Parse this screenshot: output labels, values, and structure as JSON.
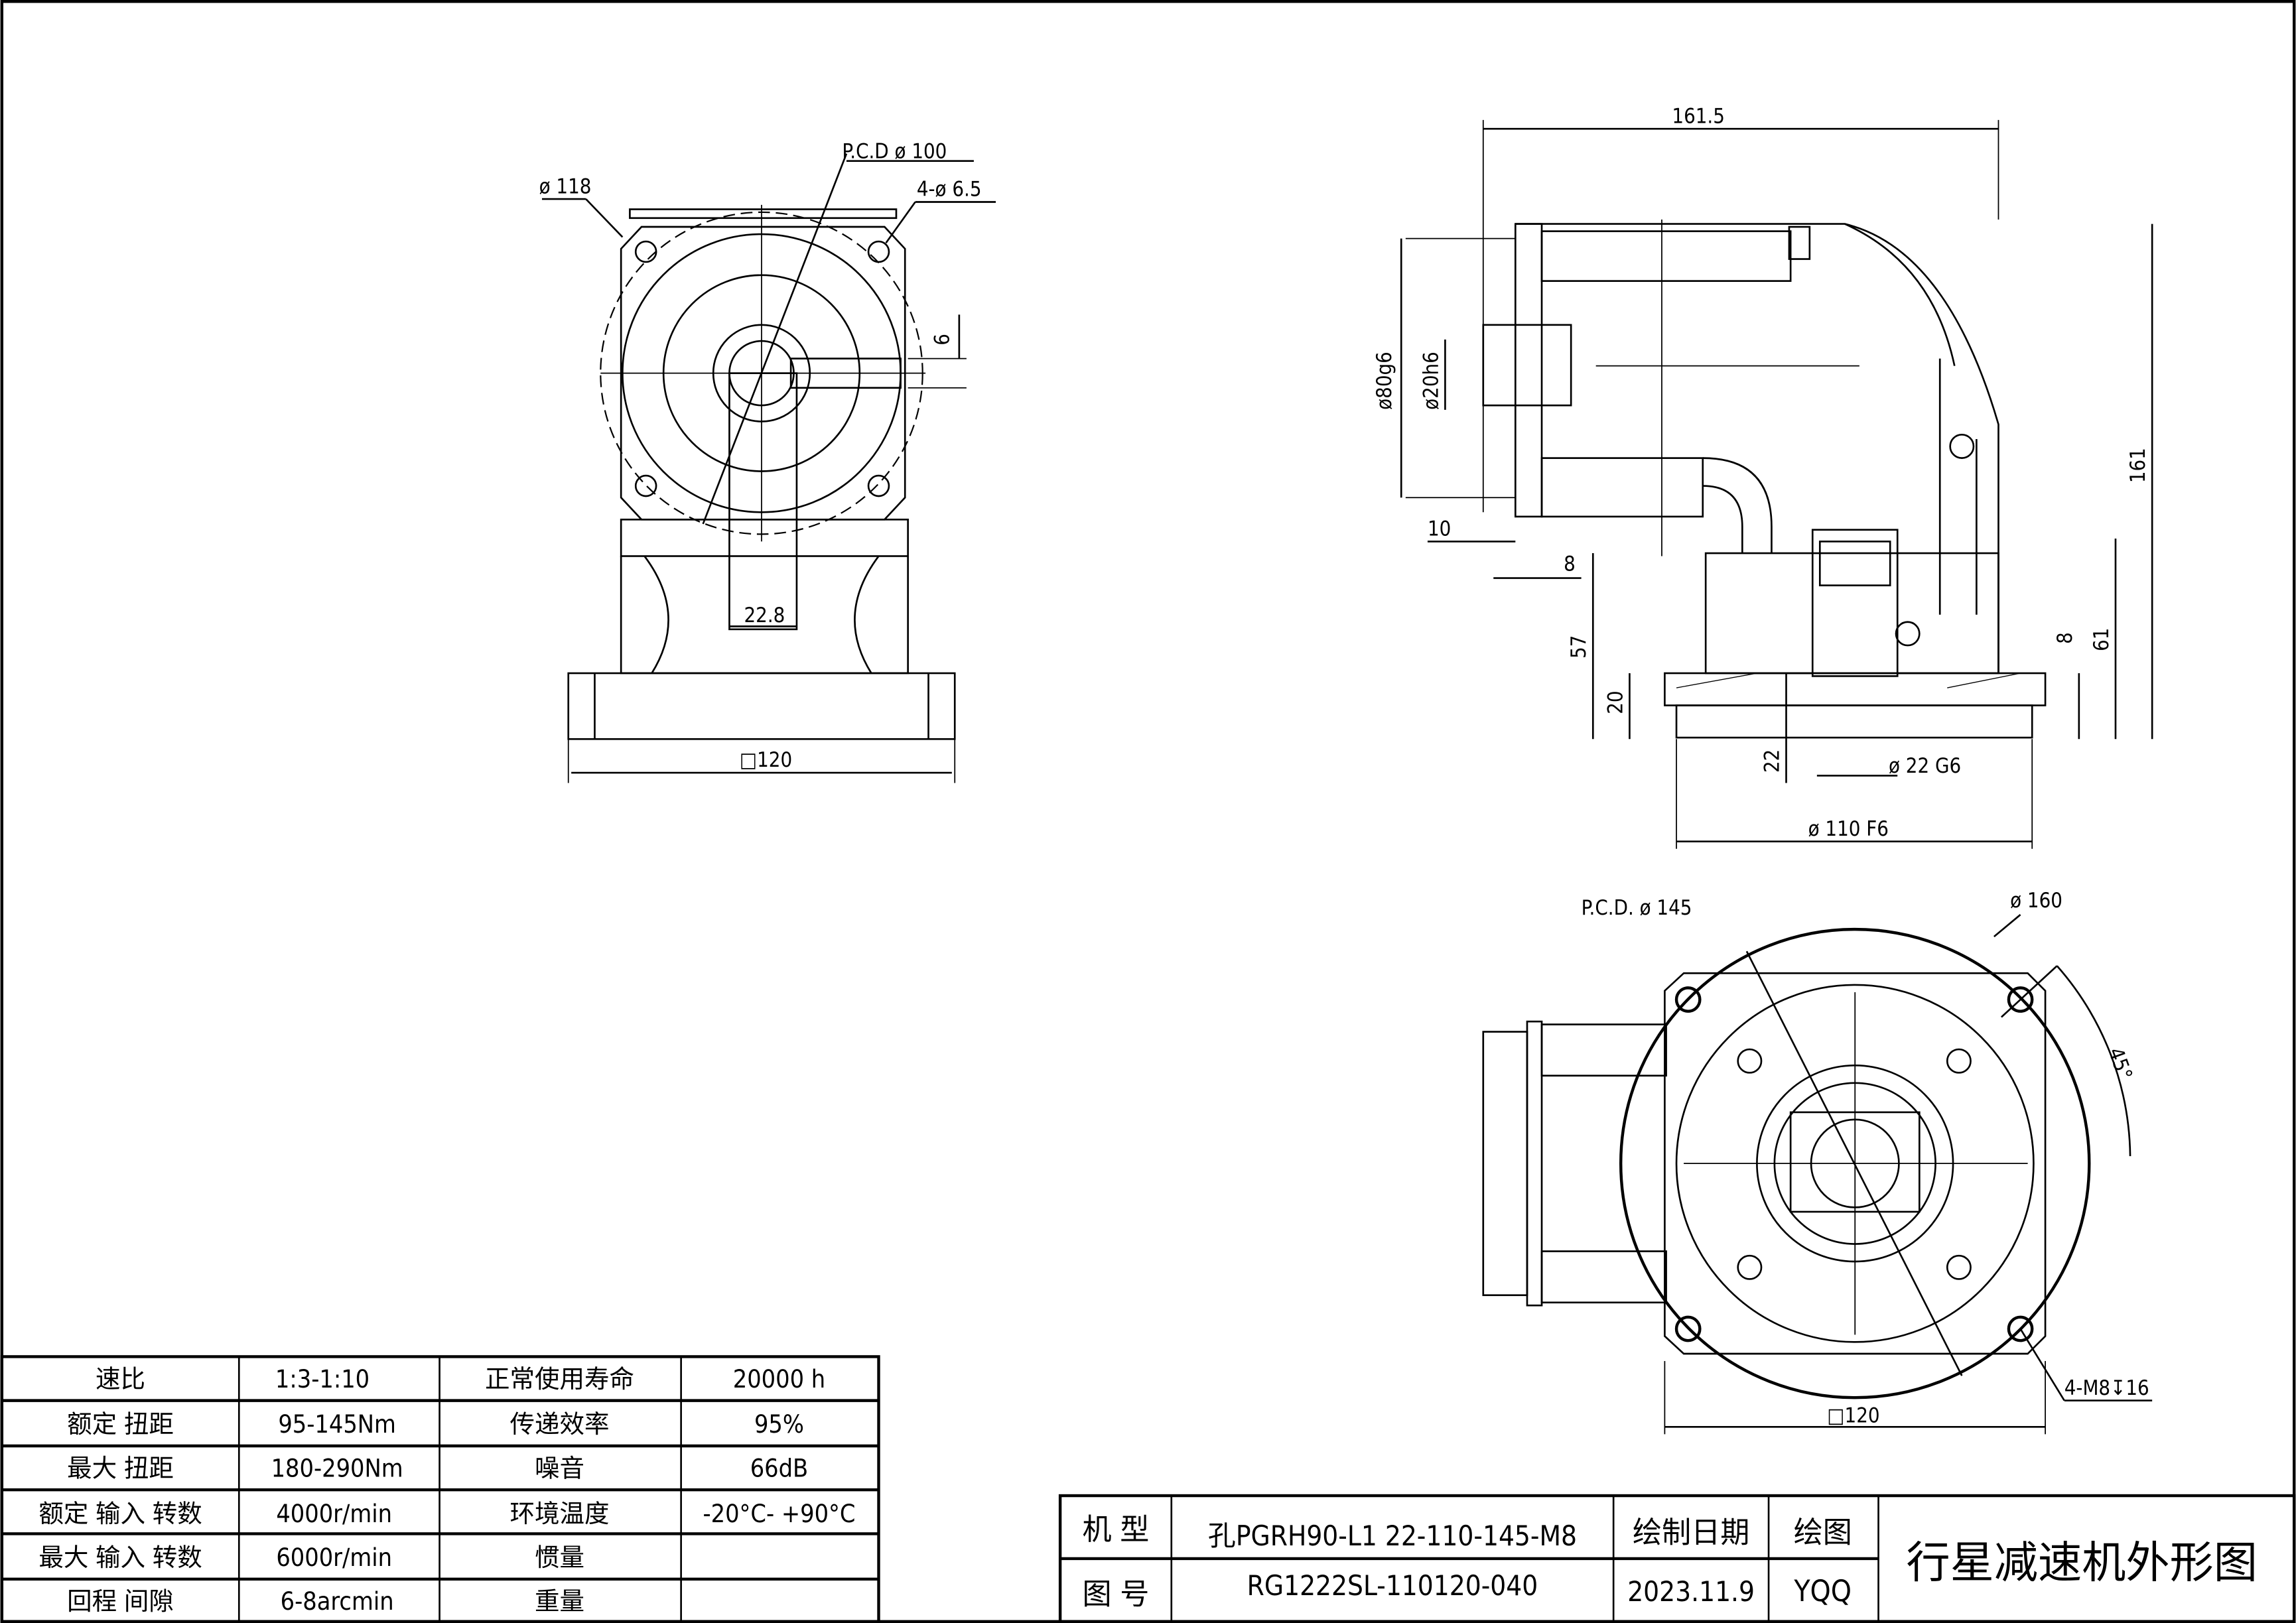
{
  "front_view": {
    "pcd": "P.C.D  ø 100",
    "flange_dia": "ø 118",
    "holes": "4-ø 6.5",
    "key_width": "6",
    "shaft_key": "22.8",
    "base_square": "□120"
  },
  "side_view": {
    "length": "161.5",
    "height": "161",
    "input_dia": "ø80g6",
    "input_bore": "ø20h6",
    "d10": "10",
    "d8": "8",
    "d57": "57",
    "d20": "20",
    "d22": "22",
    "shaft_dia": "ø 22 G6",
    "d8b": "8",
    "d61": "61",
    "pilot_dia": "ø 110  F6"
  },
  "bottom_view": {
    "pcd": "P.C.D.  ø 145",
    "outer_dia": "ø 160",
    "angle": "45°",
    "tapped_holes": "4-M8↧16",
    "square": "□120"
  },
  "spec_table": {
    "rows": [
      [
        "速比",
        "1:3-1:10",
        "正常使用寿命",
        "20000  h"
      ],
      [
        "额定 扭距",
        "95-145Nm",
        "传递效率",
        "95%"
      ],
      [
        "最大 扭距",
        "180-290Nm",
        "噪音",
        "66dB"
      ],
      [
        "额定 输入 转数",
        "4000r/min",
        "环境温度",
        "-20°C-  +90°C"
      ],
      [
        "最大 输入 转数",
        "6000r/min",
        "惯量",
        ""
      ],
      [
        "回程 间隙",
        "6-8arcmin",
        "重量",
        ""
      ]
    ]
  },
  "title_block": {
    "model_label": "机 型",
    "model_value": "孔PGRH90-L1  22-110-145-M8",
    "drawing_no_label": "图 号",
    "drawing_no_value": "RG1222SL-110120-040",
    "date_label": "绘制日期",
    "date_value": "2023.11.9",
    "drawn_label": "绘图",
    "drawn_value": "YQQ",
    "title": "行星减速机外形图"
  }
}
